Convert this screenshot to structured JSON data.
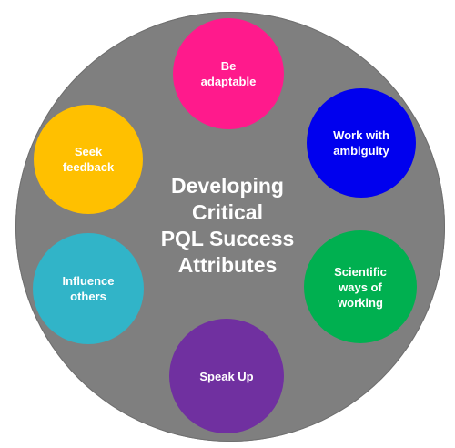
{
  "diagram": {
    "center": {
      "lines": [
        "Developing",
        "Critical",
        "PQL Success",
        "Attributes"
      ]
    },
    "colors": {
      "background_circle": "#7f7f7f",
      "text": "#ffffff"
    },
    "nodes": [
      {
        "id": "adapt",
        "lines": [
          "Be",
          "adaptable"
        ],
        "color": "#ff1a8c"
      },
      {
        "id": "ambig",
        "lines": [
          "Work with",
          "ambiguity"
        ],
        "color": "#0000ee"
      },
      {
        "id": "sci",
        "lines": [
          "Scientific",
          "ways of",
          "working"
        ],
        "color": "#00b050"
      },
      {
        "id": "speak",
        "lines": [
          "Speak Up"
        ],
        "color": "#7030a0"
      },
      {
        "id": "influence",
        "lines": [
          "Influence",
          "others"
        ],
        "color": "#31b4c8"
      },
      {
        "id": "seek",
        "lines": [
          "Seek",
          "feedback"
        ],
        "color": "#ffc000"
      }
    ]
  }
}
